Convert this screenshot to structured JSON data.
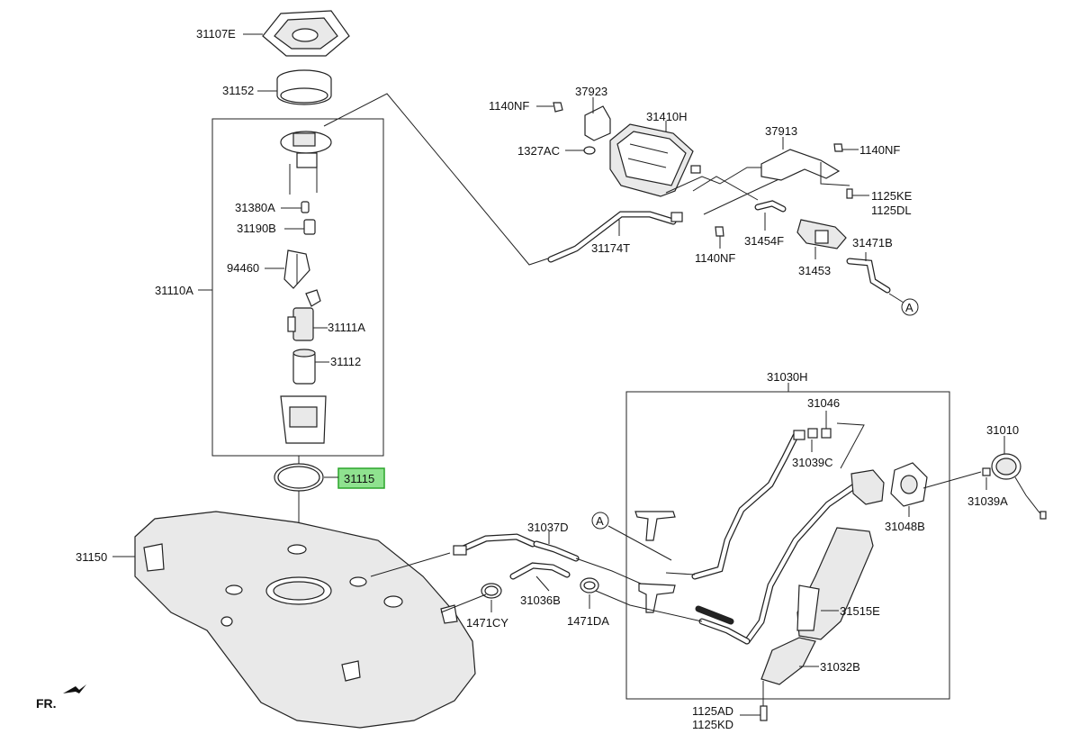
{
  "diagram": {
    "parts": {
      "p31107E": "31107E",
      "p31152": "31152",
      "p31110A": "31110A",
      "p31380A": "31380A",
      "p31190B": "31190B",
      "p94460": "94460",
      "p31111A": "31111A",
      "p31112": "31112",
      "p31115": "31115",
      "p31150": "31150",
      "p1140NF_a": "1140NF",
      "p37923": "37923",
      "p31410H": "31410H",
      "p1327AC": "1327AC",
      "p37913": "37913",
      "p1140NF_b": "1140NF",
      "p1125KE": "1125KE",
      "p1125DL": "1125DL",
      "p31174T": "31174T",
      "p1140NF_c": "1140NF",
      "p31454F": "31454F",
      "p31453": "31453",
      "p31471B": "31471B",
      "p31030H": "31030H",
      "p31046": "31046",
      "p31039C": "31039C",
      "p31010": "31010",
      "p31039A": "31039A",
      "p31048B": "31048B",
      "p31037D": "31037D",
      "p31036B": "31036B",
      "p1471CY": "1471CY",
      "p1471DA": "1471DA",
      "p31515E": "31515E",
      "p31032B": "31032B",
      "p1125AD": "1125AD",
      "p1125KD": "1125KD"
    },
    "callout_a1": "A",
    "callout_a2": "A",
    "fr_label": "FR.",
    "highlight_color": "#8fe28f"
  }
}
